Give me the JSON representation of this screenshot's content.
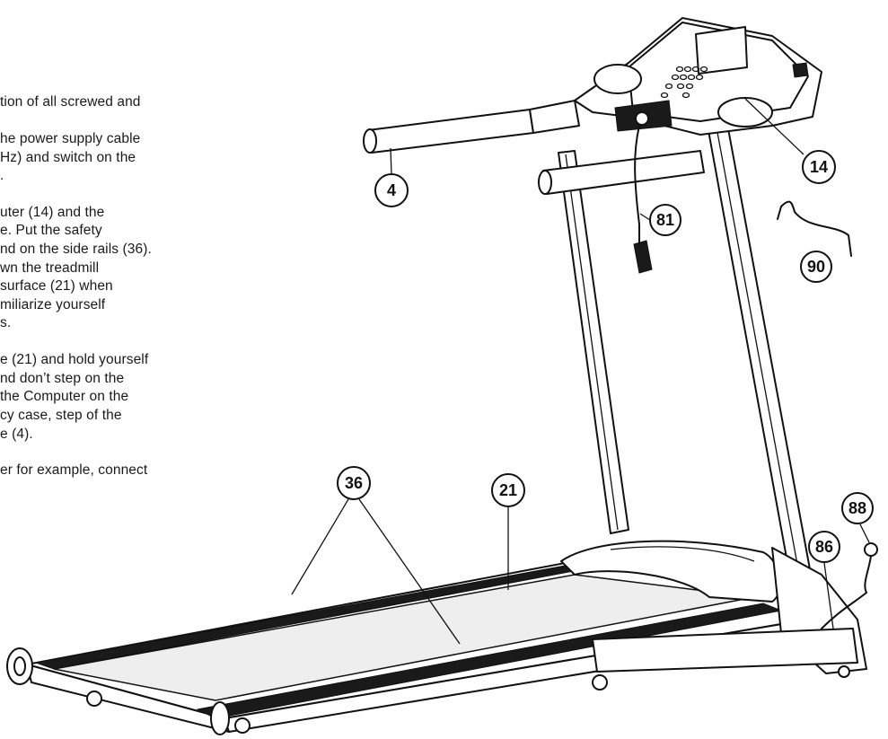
{
  "instructions": [
    "tion of all screwed and",
    "he power supply cable",
    "Hz) and switch on the",
    ".",
    "uter (14) and the",
    "e. Put the safety",
    "nd on the side rails (36).",
    "wn the treadmill",
    "surface (21) when",
    "miliarize yourself",
    "s.",
    "e (21) and hold yourself",
    "nd don’t step on the",
    "the Computer on the",
    "cy case, step of the",
    "e (4).",
    "er for example, connect"
  ],
  "callouts": {
    "handrail": "4",
    "computer": "14",
    "safety_key": "81",
    "cable_90": "90",
    "side_rails": "36",
    "running_surface": "21",
    "cable_86": "86",
    "plug_88": "88"
  }
}
